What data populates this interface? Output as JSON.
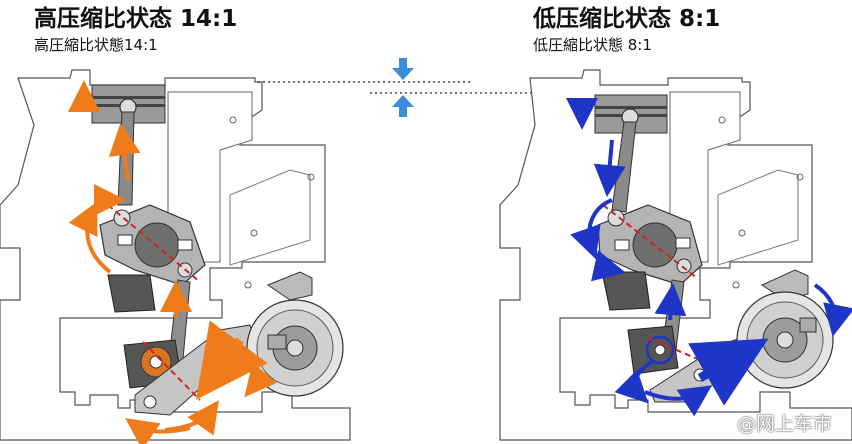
{
  "left_panel": {
    "title": "高压缩比状态 14:1",
    "subtitle": "高圧縮比状態14:1",
    "arrow_color": "#f07b1a"
  },
  "right_panel": {
    "title": "低压缩比状态 8:1",
    "subtitle": "低圧縮比状態 8:1",
    "arrow_color": "#1f35c8"
  },
  "indicator_color": "#3a8fd8",
  "watermark": "@网上车市"
}
